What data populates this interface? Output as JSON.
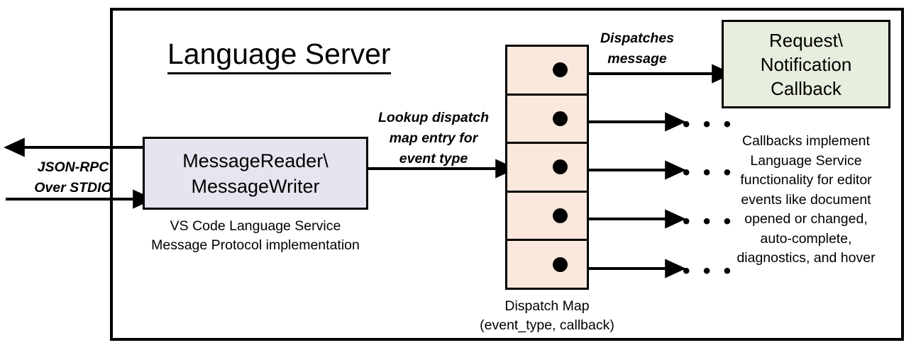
{
  "diagram": {
    "title": "Language Server",
    "frame_color": "#000000",
    "background": "#ffffff"
  },
  "io": {
    "label_line1": "JSON-RPC",
    "label_line2": "Over STDIO",
    "outbound_arrow": "arrow-left-icon",
    "inbound_arrow": "arrow-right-icon"
  },
  "message_box": {
    "line1": "MessageReader\\",
    "line2": "MessageWriter",
    "fill": "#e8e4ef",
    "caption_line1": "VS Code Language Service",
    "caption_line2": "Message Protocol implementation"
  },
  "lookup": {
    "line1": "Lookup dispatch",
    "line2": "map entry for",
    "line3": "event type",
    "arrow": "arrow-right-icon"
  },
  "dispatch_map": {
    "fill": "#fbe8dc",
    "caption_line1": "Dispatch Map",
    "caption_line2": "(event_type, callback)",
    "rows": [
      {
        "dot": "callback-dot-icon",
        "target": "callback-box"
      },
      {
        "dot": "callback-dot-icon",
        "target": "ellipsis"
      },
      {
        "dot": "callback-dot-icon",
        "target": "ellipsis"
      },
      {
        "dot": "callback-dot-icon",
        "target": "ellipsis"
      },
      {
        "dot": "callback-dot-icon",
        "target": "ellipsis"
      }
    ],
    "ellipsis": "• • •"
  },
  "dispatches": {
    "line1": "Dispatches",
    "line2": "message"
  },
  "callback": {
    "line1": "Request\\",
    "line2": "Notification",
    "line3": "Callback",
    "fill": "#e8eede",
    "desc_line1": "Callbacks implement",
    "desc_line2": "Language Service",
    "desc_line3": "functionality for editor",
    "desc_line4": "events like document",
    "desc_line5": "opened or changed,",
    "desc_line6": "auto-complete,",
    "desc_line7": "diagnostics, and hover"
  }
}
